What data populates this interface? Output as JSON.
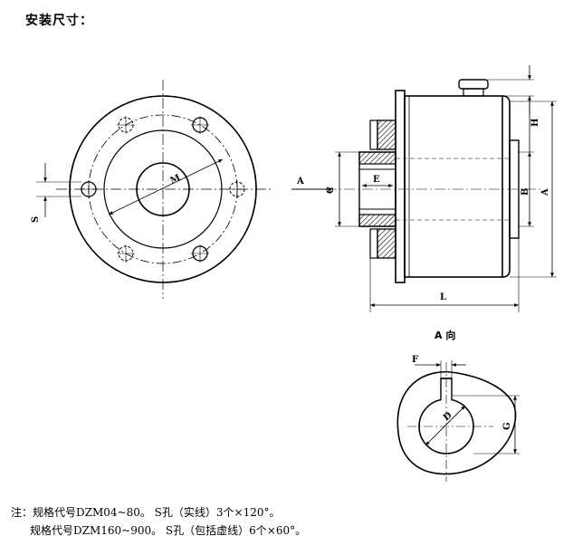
{
  "title": "安装尺寸：",
  "view_label": "A 向",
  "labels": {
    "S": "S",
    "M": "M",
    "A_arrow": "A",
    "C": "C",
    "E": "E",
    "B": "B",
    "A": "A",
    "H": "H",
    "L": "L",
    "F": "F",
    "D": "D",
    "G": "G"
  },
  "notes": {
    "line1": "注：规格代号DZM04~80。 S孔（实线）3个×120°。",
    "line2": "规格代号DZM160~900。 S孔（包括虚线）6个×60°。"
  }
}
